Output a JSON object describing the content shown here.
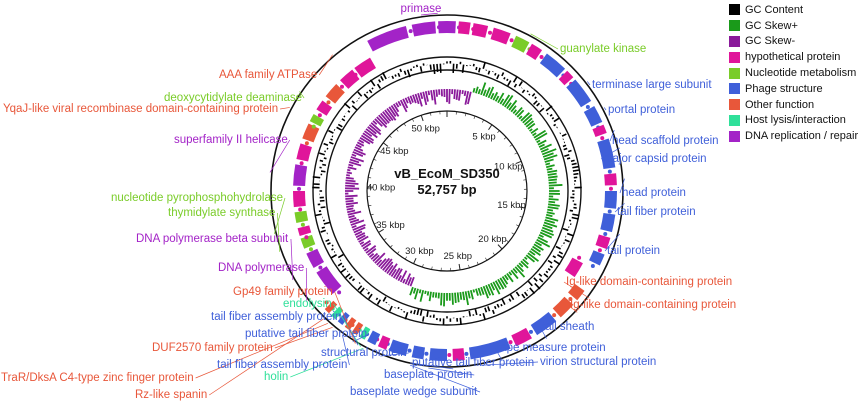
{
  "genome": {
    "name": "vB_EcoM_SD350",
    "size_label": "52,757 bp",
    "length_bp": 52757,
    "scale_labels": [
      "5 kbp",
      "10 kbp",
      "15 kbp",
      "20 kbp",
      "25 kbp",
      "30 kbp",
      "35 kbp",
      "40 kbp",
      "45 kbp",
      "50 kbp"
    ]
  },
  "colors": {
    "gc_content": "#000000",
    "gc_skew_pos": "#1a9a1a",
    "gc_skew_neg": "#8a1a9a",
    "hypothetical": "#e0159a",
    "nucleotide_metabolism": "#7acc29",
    "phage_structure": "#3f5fd9",
    "other_function": "#e8573a",
    "host_lysis": "#2fe09a",
    "dna_replication": "#a323c7"
  },
  "legend": [
    {
      "label": "GC Content",
      "color": "#000000"
    },
    {
      "label": "GC Skew+",
      "color": "#1a9a1a"
    },
    {
      "label": "GC Skew-",
      "color": "#8a1a9a"
    },
    {
      "label": "hypothetical protein",
      "color": "#e0159a"
    },
    {
      "label": "Nucleotide metabolism",
      "color": "#7acc29"
    },
    {
      "label": "Phage structure",
      "color": "#3f5fd9"
    },
    {
      "label": "Other function",
      "color": "#e8573a"
    },
    {
      "label": "Host lysis/interaction",
      "color": "#2fe09a"
    },
    {
      "label": "DNA replication / repair",
      "color": "#a323c7"
    }
  ],
  "gene_labels": [
    {
      "text": "primase",
      "category": "dna_replication"
    },
    {
      "text": "guanylate kinase",
      "category": "nucleotide_metabolism"
    },
    {
      "text": "terminase large subunit",
      "category": "phage_structure"
    },
    {
      "text": "portal protein",
      "category": "phage_structure"
    },
    {
      "text": "head scaffold protein",
      "category": "phage_structure"
    },
    {
      "text": "major capsid protein",
      "category": "phage_structure"
    },
    {
      "text": "head protein",
      "category": "phage_structure"
    },
    {
      "text": "tail fiber protein",
      "category": "phage_structure"
    },
    {
      "text": "tail protein",
      "category": "phage_structure"
    },
    {
      "text": "Ig-like domain-containing protein",
      "category": "other_function"
    },
    {
      "text": "Ig-like domain-containing protein",
      "category": "other_function"
    },
    {
      "text": "tail sheath",
      "category": "phage_structure"
    },
    {
      "text": "tape measure protein",
      "category": "phage_structure"
    },
    {
      "text": "virion structural protein",
      "category": "phage_structure"
    },
    {
      "text": "putative tail fiber protein",
      "category": "phage_structure"
    },
    {
      "text": "baseplate protein",
      "category": "phage_structure"
    },
    {
      "text": "baseplate wedge subunit",
      "category": "phage_structure"
    },
    {
      "text": "holin",
      "category": "host_lysis"
    },
    {
      "text": "structural protein",
      "category": "phage_structure"
    },
    {
      "text": "tail fiber assembly protein",
      "category": "phage_structure"
    },
    {
      "text": "Rz-like spanin",
      "category": "other_function"
    },
    {
      "text": "TraR/DksA C4-type zinc finger protein",
      "category": "other_function"
    },
    {
      "text": "DUF2570 family protein",
      "category": "other_function"
    },
    {
      "text": "putative tail fiber protein",
      "category": "phage_structure"
    },
    {
      "text": "tail fiber assembly protein",
      "category": "phage_structure"
    },
    {
      "text": "endolysin",
      "category": "host_lysis"
    },
    {
      "text": "Gp49 family protein",
      "category": "other_function"
    },
    {
      "text": "DNA polymerase",
      "category": "dna_replication"
    },
    {
      "text": "DNA polymerase beta subunit",
      "category": "dna_replication"
    },
    {
      "text": "thymidylate synthase",
      "category": "nucleotide_metabolism"
    },
    {
      "text": "nucleotide pyrophosphohydrolase",
      "category": "nucleotide_metabolism"
    },
    {
      "text": "superfamily II helicase",
      "category": "dna_replication"
    },
    {
      "text": "YqaJ-like viral recombinase domain-containing protein",
      "category": "other_function"
    },
    {
      "text": "deoxycytidylate deaminase",
      "category": "nucleotide_metabolism"
    },
    {
      "text": "AAA family ATPase",
      "category": "other_function"
    }
  ]
}
